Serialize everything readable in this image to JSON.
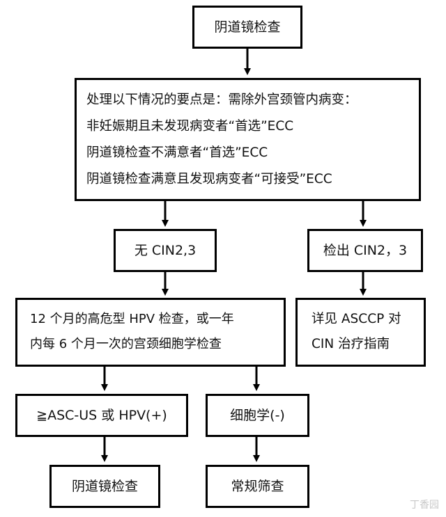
{
  "nodes": {
    "start": "阴道镜检查",
    "main": {
      "lines": [
        "处理以下情况的要点是：需除外宫颈管内病变：",
        "非妊娠期且未发现病变者“首选”ECC",
        "阴道镜检查不满意者“首选”ECC",
        "阴道镜检查满意且发现病变者“可接受”ECC"
      ]
    },
    "no_cin": "无 CIN2,3",
    "cin_detected": "检出 CIN2，3",
    "followup": {
      "lines": [
        "12 个月的高危型 HPV 检查，或一年",
        "内每 6 个月一次的宫颈细胞学检查"
      ]
    },
    "asccp": {
      "lines": [
        "详见  ASCCP  对",
        "CIN 治疗指南"
      ]
    },
    "abnormal": "≧ASC-US 或 HPV(+)",
    "cytology_neg": "细胞学(-)",
    "colposcopy_again": "阴道镜检查",
    "routine": "常规筛查"
  },
  "watermark": "丁香园"
}
